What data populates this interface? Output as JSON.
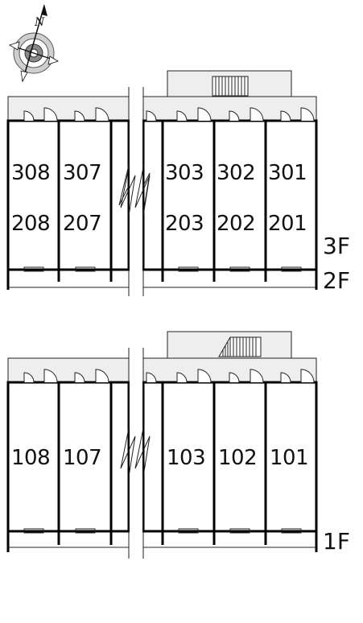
{
  "compass": {
    "north_label": "N",
    "icon": "compass-rose-icon"
  },
  "upper_block": {
    "floor_labels": [
      "3F",
      "2F"
    ],
    "units_row_top": [
      "308",
      "307",
      "303",
      "302",
      "301"
    ],
    "units_row_bottom": [
      "208",
      "207",
      "203",
      "202",
      "201"
    ],
    "stair_icon": "stair-icon"
  },
  "lower_block": {
    "floor_labels": [
      "1F"
    ],
    "units": [
      "108",
      "107",
      "103",
      "102",
      "101"
    ],
    "stair_icon": "stair-icon"
  },
  "colors": {
    "corridor_fill": "#eeeeee",
    "wall": "#000000",
    "line": "#222222"
  }
}
